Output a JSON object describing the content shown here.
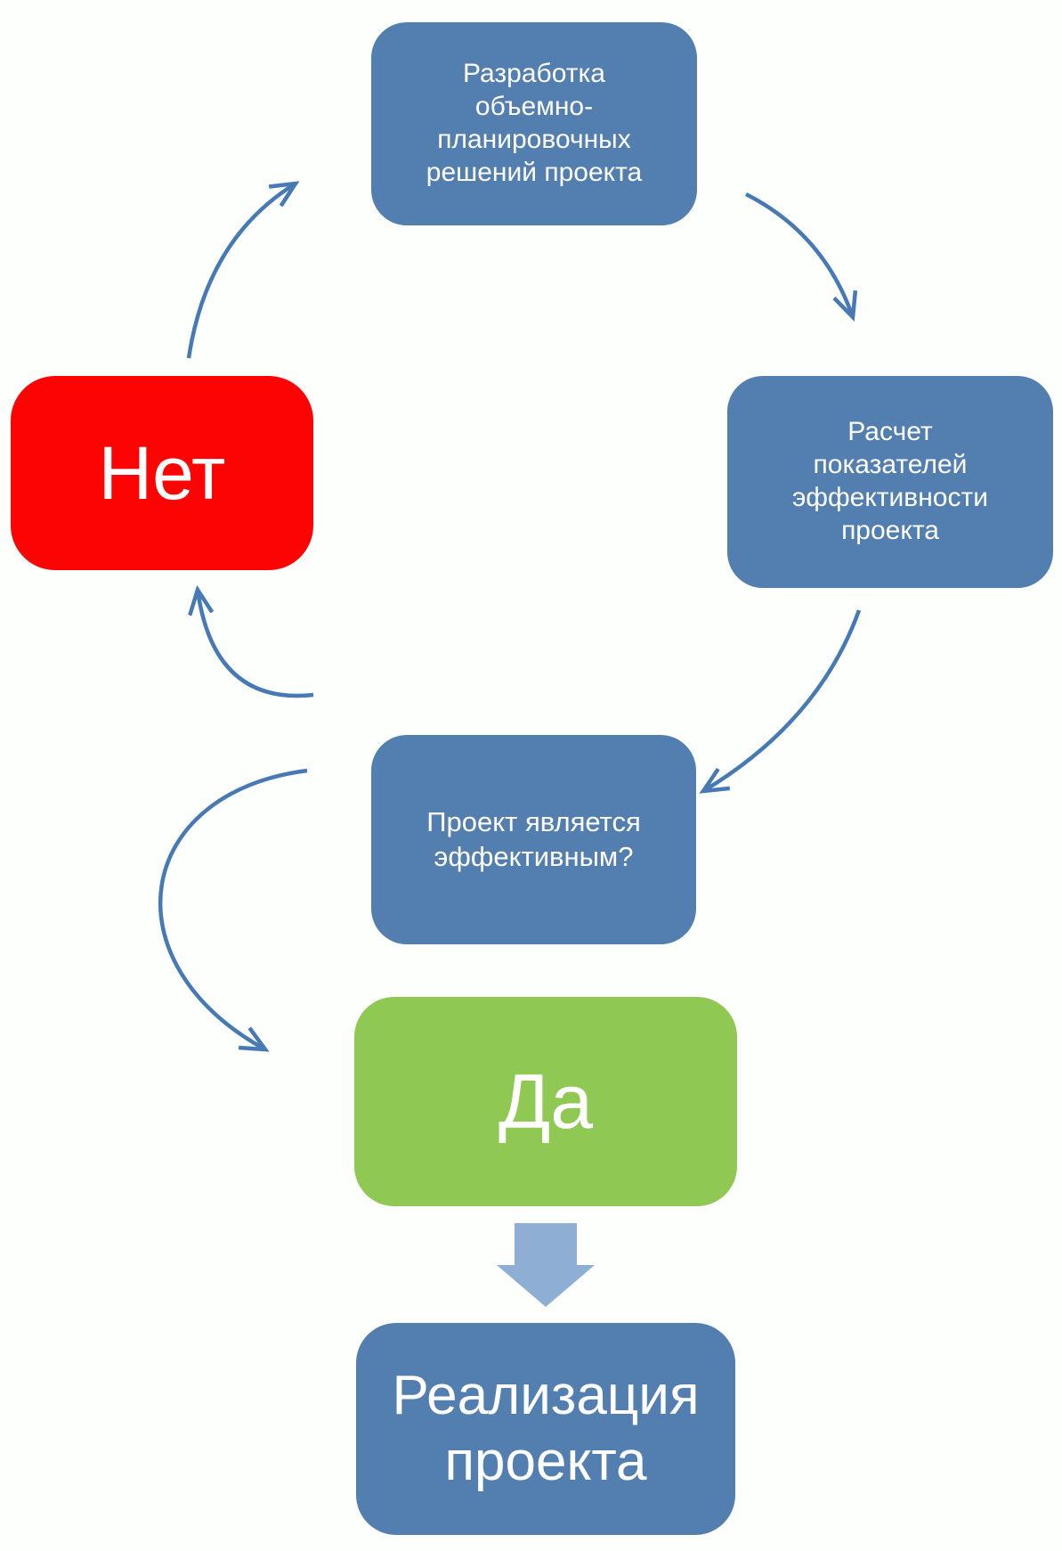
{
  "diagram": {
    "title_hint": "project-efficiency-cycle-flowchart",
    "boxes": {
      "develop": {
        "text": "Разработка\nобъемно-\nпланировочных\nрешений проекта",
        "color": "#537FB0"
      },
      "calc": {
        "text": "Расчет\nпоказателей\nэффективности\nпроекта",
        "color": "#537FB0"
      },
      "no": {
        "text": "Нет",
        "color": "#FC0404"
      },
      "question": {
        "text": "Проект является\nэффективным?",
        "color": "#537FB0"
      },
      "yes": {
        "text": "Да",
        "color": "#8FC853"
      },
      "realize": {
        "text": "Реализация\nпроекта",
        "color": "#537FB0"
      }
    },
    "colors": {
      "background": "#FCFFFB",
      "connector": "#4779B4",
      "block_arrow": "#8FAED4",
      "box_text": "#FFFFFF"
    }
  }
}
